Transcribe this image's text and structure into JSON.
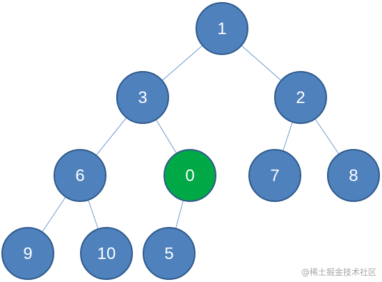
{
  "colors": {
    "node_fill": "#4f81bd",
    "node_stroke": "#2f5a8b",
    "highlight_fill": "#00a846",
    "highlight_stroke": "#2f5a8b",
    "edge": "#6d9bd0",
    "label": "#ffffff"
  },
  "tree": {
    "nodes": [
      {
        "id": "n1",
        "label": "1"
      },
      {
        "id": "n3",
        "label": "3"
      },
      {
        "id": "n2",
        "label": "2"
      },
      {
        "id": "n6",
        "label": "6"
      },
      {
        "id": "n0",
        "label": "0",
        "highlighted": true
      },
      {
        "id": "n7",
        "label": "7"
      },
      {
        "id": "n8",
        "label": "8"
      },
      {
        "id": "n9",
        "label": "9"
      },
      {
        "id": "n10",
        "label": "10"
      },
      {
        "id": "n5",
        "label": "5"
      }
    ],
    "edges": [
      [
        "n1",
        "n3"
      ],
      [
        "n1",
        "n2"
      ],
      [
        "n3",
        "n6"
      ],
      [
        "n3",
        "n0"
      ],
      [
        "n2",
        "n7"
      ],
      [
        "n2",
        "n8"
      ],
      [
        "n6",
        "n9"
      ],
      [
        "n6",
        "n10"
      ],
      [
        "n0",
        "n5"
      ]
    ]
  },
  "watermark": "@稀土掘金技术社区"
}
